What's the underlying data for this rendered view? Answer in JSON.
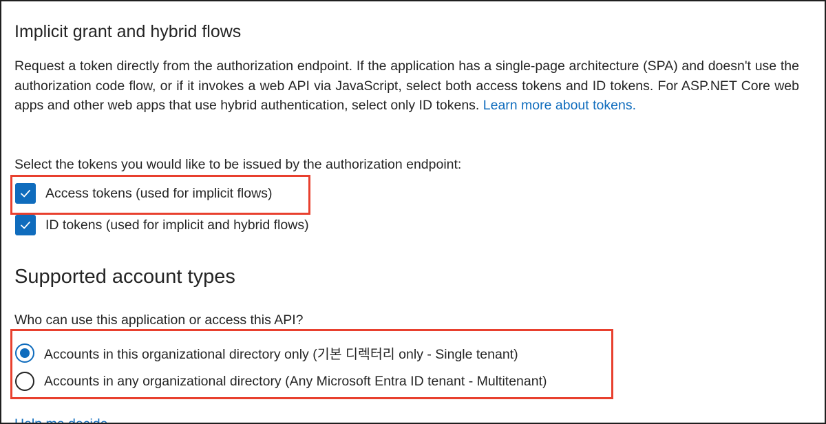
{
  "implicit": {
    "title": "Implicit grant and hybrid flows",
    "description": "Request a token directly from the authorization endpoint. If the application has a single-page architecture (SPA) and doesn't use the authorization code flow, or if it invokes a web API via JavaScript, select both access tokens and ID tokens. For ASP.NET Core web apps and other web apps that use hybrid authentication, select only ID tokens.",
    "learn_more": "Learn more about tokens.",
    "tokens_label": "Select the tokens you would like to be issued by the authorization endpoint:",
    "options": [
      {
        "label": "Access tokens (used for implicit flows)",
        "checked": true
      },
      {
        "label": "ID tokens (used for implicit and hybrid flows)",
        "checked": true
      }
    ]
  },
  "accounts": {
    "title": "Supported account types",
    "question": "Who can use this application or access this API?",
    "options": [
      {
        "label": "Accounts in this organizational directory only (기본 디렉터리 only - Single tenant)",
        "selected": true
      },
      {
        "label": "Accounts in any organizational directory (Any Microsoft Entra ID tenant - Multitenant)",
        "selected": false
      }
    ],
    "help_link": "Help me decide..."
  },
  "colors": {
    "accent": "#0f6cbd",
    "highlight": "#e8402e",
    "text": "#242424"
  },
  "icons": {
    "check": "checkmark-icon"
  }
}
